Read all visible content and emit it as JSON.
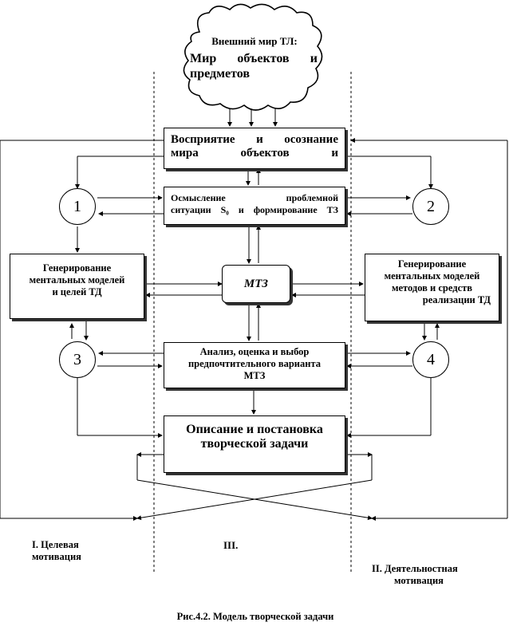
{
  "cloud": {
    "line1": "Внешний мир ТЛ:",
    "line2": "Мир объектов и",
    "line3": "предметов"
  },
  "box_perception": {
    "line1": "Восприятие и осознание",
    "line2": "мира объектов и"
  },
  "box_understanding": {
    "line1": "Осмысление проблемной",
    "line2": "ситуации S₀ и формирование ТЗ"
  },
  "box_left_gen": {
    "line1": "Генерирование",
    "line2": "ментальных моделей",
    "line3": "и целей ТД"
  },
  "box_mtz": {
    "label": "МТЗ"
  },
  "box_right_gen": {
    "line1": "Генерирование",
    "line2": "ментальных моделей",
    "line3": "методов и средств",
    "line4": "реализации ТД"
  },
  "box_analysis": {
    "line1": "Анализ, оценка и выбор",
    "line2": "предпочтительного варианта",
    "line3": "МТЗ"
  },
  "box_description": {
    "line1": "Описание и постановка",
    "line2": "творческой задачи"
  },
  "circles": [
    "1",
    "2",
    "3",
    "4"
  ],
  "zones": {
    "left_line1": "I. Целевая",
    "left_line2": "мотивация",
    "middle": "III.",
    "right_line1": "II. Деятельностная",
    "right_line2": "мотивация"
  },
  "caption": "Рис.4.2. Модель творческой задачи"
}
